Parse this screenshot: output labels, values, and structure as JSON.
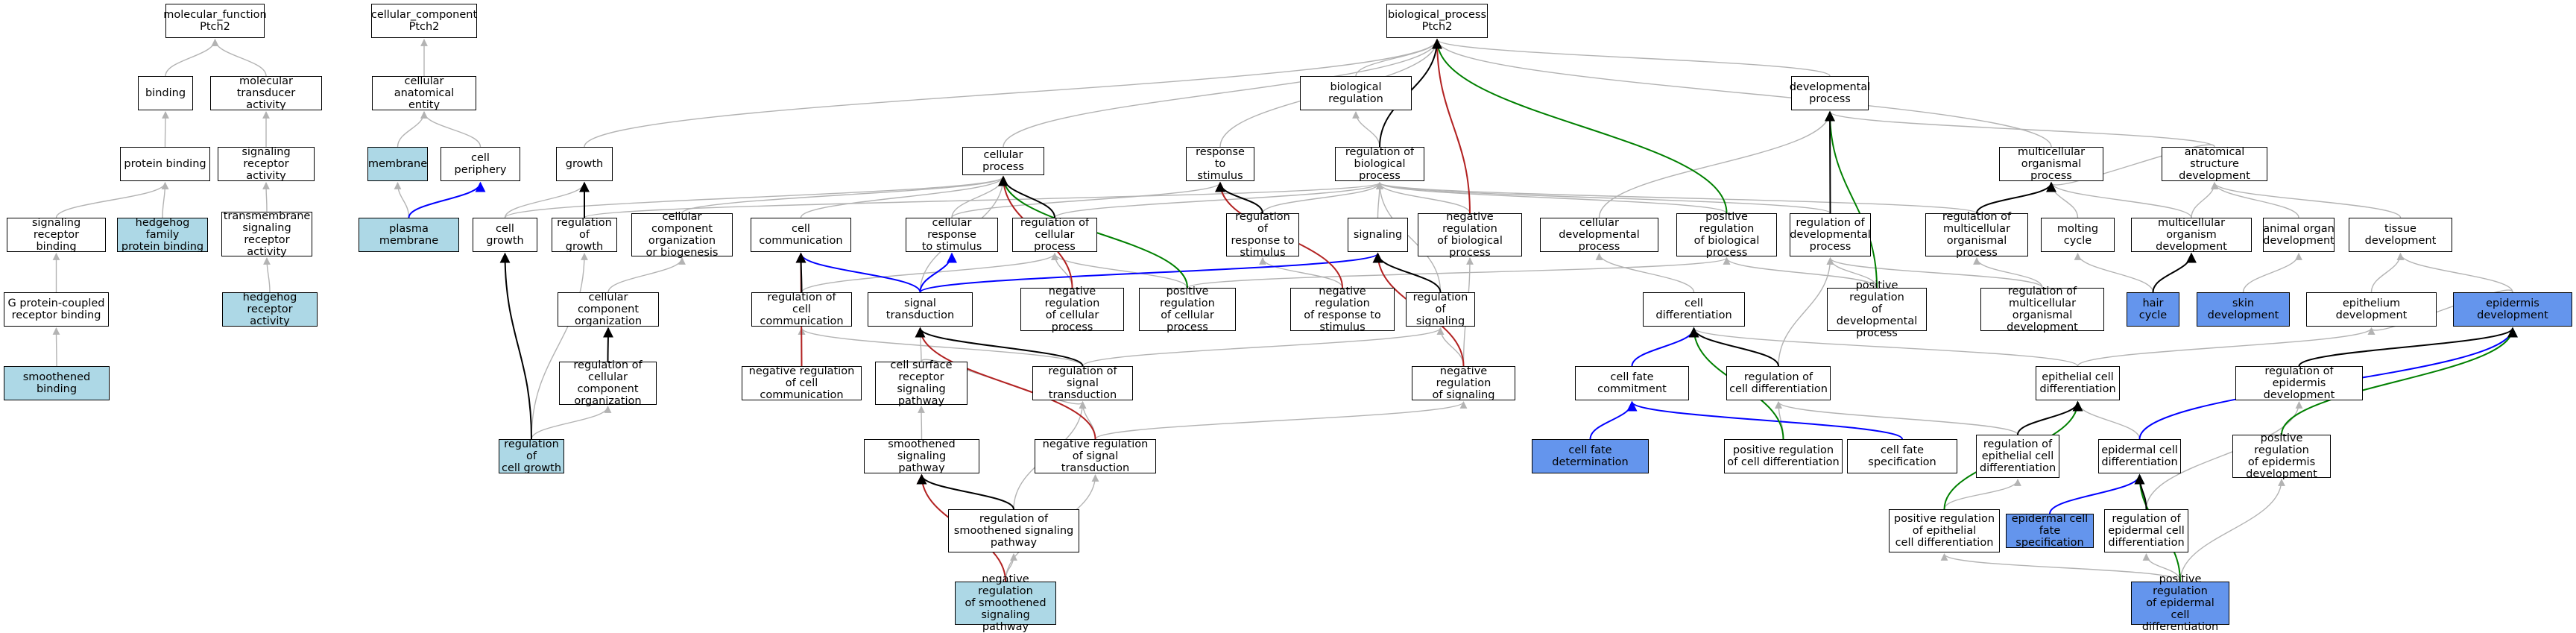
{
  "colors": {
    "plain": "#ffffff",
    "light": "#add8e6",
    "blue": "#6495ed",
    "gray_edge": "#b3b3b3",
    "black_edge": "#000000",
    "blue_edge": "#0000ff",
    "green_edge": "#008000",
    "red_edge": "#b22222"
  },
  "nodes": {
    "n_mf": {
      "label": "molecular_function\nPtch2",
      "type": "plain"
    },
    "n_cc": {
      "label": "cellular_component\nPtch2",
      "type": "plain"
    },
    "n_bp": {
      "label": "biological_process\nPtch2",
      "type": "plain"
    },
    "n_binding": {
      "label": "binding",
      "type": "plain"
    },
    "n_mta": {
      "label": "molecular transducer\nactivity",
      "type": "plain"
    },
    "n_cae": {
      "label": "cellular anatomical\nentity",
      "type": "plain"
    },
    "n_biolreg": {
      "label": "biological regulation",
      "type": "plain"
    },
    "n_devproc": {
      "label": "developmental\nprocess",
      "type": "plain"
    },
    "n_protbind": {
      "label": "protein binding",
      "type": "plain"
    },
    "n_sra": {
      "label": "signaling receptor\nactivity",
      "type": "plain"
    },
    "n_membrane": {
      "label": "membrane",
      "type": "light"
    },
    "n_cellperiph": {
      "label": "cell periphery",
      "type": "plain"
    },
    "n_growth": {
      "label": "growth",
      "type": "plain"
    },
    "n_cellproc": {
      "label": "cellular process",
      "type": "plain"
    },
    "n_resp": {
      "label": "response to\nstimulus",
      "type": "plain"
    },
    "n_regbp": {
      "label": "regulation of\nbiological process",
      "type": "plain"
    },
    "n_mop": {
      "label": "multicellular\norganismal process",
      "type": "plain"
    },
    "n_asd": {
      "label": "anatomical structure\ndevelopment",
      "type": "plain"
    },
    "n_srb": {
      "label": "signaling receptor\nbinding",
      "type": "plain"
    },
    "n_hhpb": {
      "label": "hedgehog family\nprotein binding",
      "type": "light"
    },
    "n_tmsra": {
      "label": "transmembrane\nsignaling receptor\nactivity",
      "type": "plain"
    },
    "n_plasmamem": {
      "label": "plasma membrane",
      "type": "light"
    },
    "n_cellgrowth": {
      "label": "cell growth",
      "type": "plain"
    },
    "n_reggrowth": {
      "label": "regulation of\ngrowth",
      "type": "plain"
    },
    "n_ccob": {
      "label": "cellular component\norganization\nor biogenesis",
      "type": "plain"
    },
    "n_cellcomm": {
      "label": "cell communication",
      "type": "plain"
    },
    "n_crs": {
      "label": "cellular response\nto stimulus",
      "type": "plain"
    },
    "n_regcp": {
      "label": "regulation of\ncellular process",
      "type": "plain"
    },
    "n_regresp": {
      "label": "regulation of\nresponse to\nstimulus",
      "type": "plain"
    },
    "n_signaling": {
      "label": "signaling",
      "type": "plain"
    },
    "n_negregbp": {
      "label": "negative regulation\nof biological\nprocess",
      "type": "plain"
    },
    "n_cdp": {
      "label": "cellular developmental\nprocess",
      "type": "plain"
    },
    "n_posregbp": {
      "label": "positive regulation\nof biological\nprocess",
      "type": "plain"
    },
    "n_regdev": {
      "label": "regulation of\ndevelopmental\nprocess",
      "type": "plain"
    },
    "n_regmop": {
      "label": "regulation of\nmulticellular\norganismal process",
      "type": "plain"
    },
    "n_molting": {
      "label": "molting cycle",
      "type": "plain"
    },
    "n_mod": {
      "label": "multicellular\norganism development",
      "type": "plain"
    },
    "n_aod": {
      "label": "animal organ\ndevelopment",
      "type": "plain"
    },
    "n_tissuedev": {
      "label": "tissue development",
      "type": "plain"
    },
    "n_gpcrb": {
      "label": "G protein-coupled\nreceptor binding",
      "type": "plain"
    },
    "n_hhra": {
      "label": "hedgehog receptor\nactivity",
      "type": "light"
    },
    "n_cco": {
      "label": "cellular component\norganization",
      "type": "plain"
    },
    "n_regcc": {
      "label": "regulation of\ncell communication",
      "type": "plain"
    },
    "n_sigtrans": {
      "label": "signal transduction",
      "type": "plain"
    },
    "n_negregcp": {
      "label": "negative regulation\nof cellular\nprocess",
      "type": "plain"
    },
    "n_posregcp": {
      "label": "positive regulation\nof cellular\nprocess",
      "type": "plain"
    },
    "n_negregresp": {
      "label": "negative regulation\nof response to\nstimulus",
      "type": "plain"
    },
    "n_regsig": {
      "label": "regulation of\nsignaling",
      "type": "plain"
    },
    "n_celldiff": {
      "label": "cell differentiation",
      "type": "plain"
    },
    "n_posregdev": {
      "label": "positive regulation\nof developmental\nprocess",
      "type": "plain"
    },
    "n_regmod": {
      "label": "regulation of\nmulticellular\norganismal development",
      "type": "plain"
    },
    "n_haircycle": {
      "label": "hair cycle",
      "type": "blue"
    },
    "n_skindev": {
      "label": "skin development",
      "type": "blue"
    },
    "n_epidev": {
      "label": "epithelium development",
      "type": "plain"
    },
    "n_epiddev": {
      "label": "epidermis development",
      "type": "blue"
    },
    "n_smobind": {
      "label": "smoothened binding",
      "type": "light"
    },
    "n_regccob": {
      "label": "regulation of\ncellular component\norganization",
      "type": "plain"
    },
    "n_negregcc": {
      "label": "negative regulation\nof cell communication",
      "type": "plain"
    },
    "n_csrsp": {
      "label": "cell surface\nreceptor signaling\npathway",
      "type": "plain"
    },
    "n_regst": {
      "label": "regulation of\nsignal transduction",
      "type": "plain"
    },
    "n_negregsig": {
      "label": "negative regulation\nof signaling",
      "type": "plain"
    },
    "n_cfc": {
      "label": "cell fate commitment",
      "type": "plain"
    },
    "n_regcd": {
      "label": "regulation of\ncell differentiation",
      "type": "plain"
    },
    "n_epicd": {
      "label": "epithelial cell\ndifferentiation",
      "type": "plain"
    },
    "n_regepidd": {
      "label": "regulation of\nepidermis development",
      "type": "plain"
    },
    "n_regcellgrowth": {
      "label": "regulation of\ncell growth",
      "type": "light"
    },
    "n_ssp": {
      "label": "smoothened signaling\npathway",
      "type": "plain"
    },
    "n_negregst": {
      "label": "negative regulation\nof signal transduction",
      "type": "plain"
    },
    "n_cfd": {
      "label": "cell fate determination",
      "type": "blue"
    },
    "n_posregcd": {
      "label": "positive regulation\nof cell differentiation",
      "type": "plain"
    },
    "n_cfs": {
      "label": "cell fate specification",
      "type": "plain"
    },
    "n_regepicd": {
      "label": "regulation of\nepithelial cell\ndifferentiation",
      "type": "plain"
    },
    "n_epidcd": {
      "label": "epidermal cell\ndifferentiation",
      "type": "plain"
    },
    "n_posregepidd": {
      "label": "positive regulation\nof epidermis\ndevelopment",
      "type": "plain"
    },
    "n_regssp": {
      "label": "regulation of\nsmoothened signaling\npathway",
      "type": "plain"
    },
    "n_posregepicd": {
      "label": "positive regulation\nof epithelial\ncell differentiation",
      "type": "plain"
    },
    "n_ecfs": {
      "label": "epidermal cell\nfate specification",
      "type": "blue"
    },
    "n_regepidcd": {
      "label": "regulation of\nepidermal cell\ndifferentiation",
      "type": "plain"
    },
    "n_negregssp": {
      "label": "negative regulation\nof smoothened\nsignaling pathway",
      "type": "light"
    },
    "n_posregepidcd": {
      "label": "positive regulation\nof epidermal\ncell differentiation",
      "type": "blue"
    }
  },
  "edges": [
    [
      "n_binding",
      "n_mf",
      "gray"
    ],
    [
      "n_mta",
      "n_mf",
      "gray"
    ],
    [
      "n_cae",
      "n_cc",
      "gray"
    ],
    [
      "n_biolreg",
      "n_bp",
      "gray"
    ],
    [
      "n_devproc",
      "n_bp",
      "gray"
    ],
    [
      "n_cellproc",
      "n_bp",
      "gray"
    ],
    [
      "n_resp",
      "n_bp",
      "gray"
    ],
    [
      "n_regbp",
      "n_bp",
      "black"
    ],
    [
      "n_mop",
      "n_bp",
      "gray"
    ],
    [
      "n_growth",
      "n_bp",
      "gray"
    ],
    [
      "n_negregbp",
      "n_bp",
      "red"
    ],
    [
      "n_posregbp",
      "n_bp",
      "green"
    ],
    [
      "n_protbind",
      "n_binding",
      "gray"
    ],
    [
      "n_sra",
      "n_mta",
      "gray"
    ],
    [
      "n_membrane",
      "n_cae",
      "gray"
    ],
    [
      "n_cellperiph",
      "n_cae",
      "gray"
    ],
    [
      "n_srb",
      "n_protbind",
      "gray"
    ],
    [
      "n_hhpb",
      "n_protbind",
      "gray"
    ],
    [
      "n_tmsra",
      "n_sra",
      "gray"
    ],
    [
      "n_hhra",
      "n_tmsra",
      "gray"
    ],
    [
      "n_gpcrb",
      "n_srb",
      "gray"
    ],
    [
      "n_smobind",
      "n_gpcrb",
      "gray"
    ],
    [
      "n_plasmamem",
      "n_membrane",
      "gray"
    ],
    [
      "n_plasmamem",
      "n_cellperiph",
      "blue"
    ],
    [
      "n_cellgrowth",
      "n_growth",
      "gray"
    ],
    [
      "n_reggrowth",
      "n_growth",
      "black"
    ],
    [
      "n_regbp",
      "n_biolreg",
      "gray"
    ],
    [
      "n_asd",
      "n_devproc",
      "gray"
    ],
    [
      "n_regdev",
      "n_devproc",
      "black"
    ],
    [
      "n_posregdev",
      "n_devproc",
      "green"
    ],
    [
      "n_cdp",
      "n_devproc",
      "gray"
    ],
    [
      "n_asd",
      "n_mop",
      "gray"
    ],
    [
      "n_regmop",
      "n_mop",
      "black"
    ],
    [
      "n_molting",
      "n_mop",
      "gray"
    ],
    [
      "n_mod",
      "n_mop",
      "gray"
    ],
    [
      "n_ccob",
      "n_cellproc",
      "gray"
    ],
    [
      "n_cellcomm",
      "n_cellproc",
      "gray"
    ],
    [
      "n_crs",
      "n_cellproc",
      "gray"
    ],
    [
      "n_regcp",
      "n_cellproc",
      "black"
    ],
    [
      "n_negregcp",
      "n_cellproc",
      "red"
    ],
    [
      "n_posregcp",
      "n_cellproc",
      "green"
    ],
    [
      "n_cellgrowth",
      "n_cellproc",
      "gray"
    ],
    [
      "n_crs",
      "n_resp",
      "gray"
    ],
    [
      "n_regresp",
      "n_resp",
      "black"
    ],
    [
      "n_negregresp",
      "n_resp",
      "red"
    ],
    [
      "n_regcp",
      "n_regbp",
      "gray"
    ],
    [
      "n_regresp",
      "n_regbp",
      "gray"
    ],
    [
      "n_signaling",
      "n_regbp",
      "gray"
    ],
    [
      "n_negregbp",
      "n_regbp",
      "gray"
    ],
    [
      "n_posregbp",
      "n_regbp",
      "gray"
    ],
    [
      "n_regdev",
      "n_regbp",
      "gray"
    ],
    [
      "n_regmop",
      "n_regbp",
      "gray"
    ],
    [
      "n_reggrowth",
      "n_regbp",
      "gray"
    ],
    [
      "n_mod",
      "n_asd",
      "gray"
    ],
    [
      "n_aod",
      "n_asd",
      "gray"
    ],
    [
      "n_tissuedev",
      "n_asd",
      "gray"
    ],
    [
      "n_haircycle",
      "n_molting",
      "gray"
    ],
    [
      "n_haircycle",
      "n_mod",
      "black"
    ],
    [
      "n_skindev",
      "n_aod",
      "gray"
    ],
    [
      "n_epidev",
      "n_tissuedev",
      "gray"
    ],
    [
      "n_epiddev",
      "n_tissuedev",
      "gray"
    ],
    [
      "n_cco",
      "n_ccob",
      "gray"
    ],
    [
      "n_regccob",
      "n_cco",
      "black"
    ],
    [
      "n_regcellgrowth",
      "n_regccob",
      "gray"
    ],
    [
      "n_regcellgrowth",
      "n_cellgrowth",
      "black"
    ],
    [
      "n_regcellgrowth",
      "n_reggrowth",
      "gray"
    ],
    [
      "n_regcc",
      "n_cellcomm",
      "black"
    ],
    [
      "n_negregcc",
      "n_cellcomm",
      "red"
    ],
    [
      "n_sigtrans",
      "n_cellcomm",
      "blue"
    ],
    [
      "n_sigtrans",
      "n_crs",
      "blue"
    ],
    [
      "n_sigtrans",
      "n_signaling",
      "blue"
    ],
    [
      "n_sigtrans",
      "n_cellproc",
      "gray"
    ],
    [
      "n_regst",
      "n_sigtrans",
      "black"
    ],
    [
      "n_negregst",
      "n_sigtrans",
      "red"
    ],
    [
      "n_csrsp",
      "n_sigtrans",
      "gray"
    ],
    [
      "n_regsig",
      "n_signaling",
      "black"
    ],
    [
      "n_negregsig",
      "n_signaling",
      "red"
    ],
    [
      "n_regcc",
      "n_regcp",
      "gray"
    ],
    [
      "n_negregcp",
      "n_regcp",
      "gray"
    ],
    [
      "n_posregcp",
      "n_regcp",
      "gray"
    ],
    [
      "n_negregresp",
      "n_regresp",
      "gray"
    ],
    [
      "n_regsig",
      "n_regbp",
      "gray"
    ],
    [
      "n_celldiff",
      "n_cdp",
      "gray"
    ],
    [
      "n_cfc",
      "n_celldiff",
      "blue"
    ],
    [
      "n_regcd",
      "n_celldiff",
      "black"
    ],
    [
      "n_posregcd",
      "n_celldiff",
      "green"
    ],
    [
      "n_epicd",
      "n_celldiff",
      "gray"
    ],
    [
      "n_regmod",
      "n_regdev",
      "gray"
    ],
    [
      "n_regmod",
      "n_regmop",
      "gray"
    ],
    [
      "n_posregdev",
      "n_regdev",
      "gray"
    ],
    [
      "n_regcd",
      "n_regdev",
      "gray"
    ],
    [
      "n_epiddev",
      "n_epidev",
      "gray"
    ],
    [
      "n_epicd",
      "n_epidev",
      "gray"
    ],
    [
      "n_epidcd",
      "n_epiddev",
      "blue"
    ],
    [
      "n_regepidd",
      "n_epiddev",
      "black"
    ],
    [
      "n_posregepidd",
      "n_epiddev",
      "green"
    ],
    [
      "n_epidcd",
      "n_epicd",
      "gray"
    ],
    [
      "n_regepicd",
      "n_epicd",
      "black"
    ],
    [
      "n_posregepicd",
      "n_epicd",
      "green"
    ],
    [
      "n_cfd",
      "n_cfc",
      "blue"
    ],
    [
      "n_cfs",
      "n_cfc",
      "blue"
    ],
    [
      "n_posregcd",
      "n_regcd",
      "gray"
    ],
    [
      "n_regepicd",
      "n_regcd",
      "gray"
    ],
    [
      "n_csrsp",
      "n_regst",
      "gray"
    ],
    [
      "n_ssp",
      "n_csrsp",
      "gray"
    ],
    [
      "n_regssp",
      "n_ssp",
      "black"
    ],
    [
      "n_negregssp",
      "n_ssp",
      "red"
    ],
    [
      "n_regssp",
      "n_regst",
      "gray"
    ],
    [
      "n_negregst",
      "n_regst",
      "gray"
    ],
    [
      "n_negregsig",
      "n_regsig",
      "gray"
    ],
    [
      "n_regepidcd",
      "n_epidcd",
      "black"
    ],
    [
      "n_posregepidcd",
      "n_epidcd",
      "green"
    ],
    [
      "n_ecfs",
      "n_epidcd",
      "blue"
    ],
    [
      "n_posregepidcd",
      "n_regepidcd",
      "gray"
    ],
    [
      "n_posregepidcd",
      "n_posregepicd",
      "gray"
    ],
    [
      "n_posregepidcd",
      "n_posregepidd",
      "gray"
    ],
    [
      "n_negregssp",
      "n_regssp",
      "gray"
    ],
    [
      "n_negregssp",
      "n_negregst",
      "gray"
    ],
    [
      "n_posregepicd",
      "n_regepicd",
      "gray"
    ],
    [
      "n_regepidcd",
      "n_regepidd",
      "gray"
    ],
    [
      "n_regst",
      "n_regsig",
      "gray"
    ],
    [
      "n_regst",
      "n_regcc",
      "gray"
    ],
    [
      "n_negregst",
      "n_negregsig",
      "gray"
    ],
    [
      "n_negregcc",
      "n_regcc",
      "gray"
    ],
    [
      "n_negregsig",
      "n_negregbp",
      "gray"
    ],
    [
      "n_posregcp",
      "n_posregbp",
      "gray"
    ],
    [
      "n_posregdev",
      "n_posregbp",
      "gray"
    ]
  ]
}
